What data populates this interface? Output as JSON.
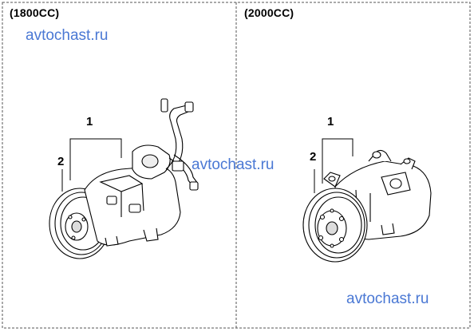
{
  "panels": [
    {
      "title": "(1800CC)",
      "callouts": [
        "1",
        "2"
      ]
    },
    {
      "title": "(2000CC)",
      "callouts": [
        "1",
        "2"
      ]
    }
  ],
  "watermarks": [
    "avtochast.ru",
    "avtochast.ru",
    "avtochast.ru"
  ],
  "colors": {
    "line": "#000000",
    "border": "#555555",
    "watermark": "#4a78d4"
  }
}
